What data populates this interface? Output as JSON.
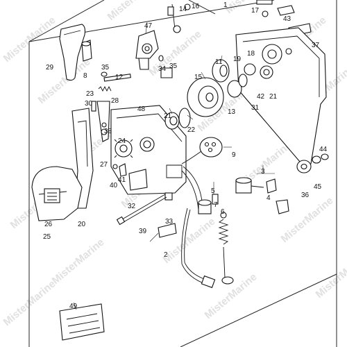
{
  "watermark": "MisterMarine",
  "callouts": [
    "47",
    "14",
    "16",
    "17",
    "43",
    "37",
    "29",
    "8",
    "35",
    "12",
    "34",
    "35",
    "19",
    "18",
    "11",
    "15",
    "42",
    "21",
    "30",
    "28",
    "23",
    "48",
    "13",
    "31",
    "21",
    "38",
    "24",
    "22",
    "9",
    "27",
    "3",
    "5",
    "41",
    "40",
    "7",
    "4",
    "44",
    "45",
    "36",
    "6",
    "32",
    "26",
    "33",
    "39",
    "25",
    "20",
    "2",
    "1",
    "49"
  ]
}
